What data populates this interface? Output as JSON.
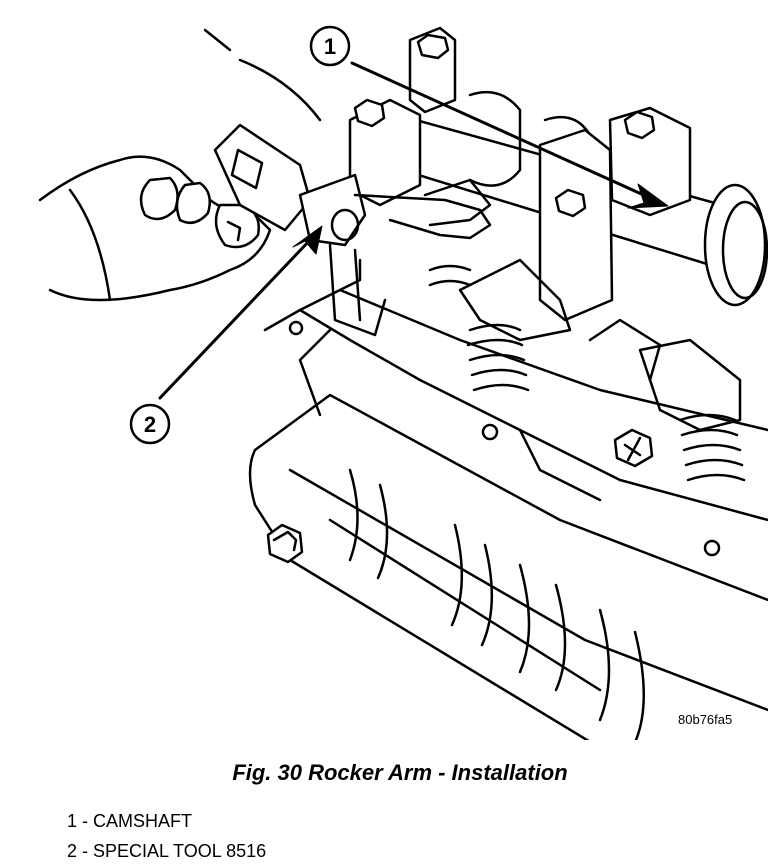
{
  "figure": {
    "caption": "Fig. 30 Rocker Arm - Installation",
    "image_code": "80b76fa5"
  },
  "callouts": [
    {
      "number": "1",
      "label": "CAMSHAFT"
    },
    {
      "number": "2",
      "label": "SPECIAL TOOL 8516"
    }
  ],
  "legend": [
    {
      "text": "1 - CAMSHAFT"
    },
    {
      "text": "2 - SPECIAL TOOL 8516"
    }
  ]
}
